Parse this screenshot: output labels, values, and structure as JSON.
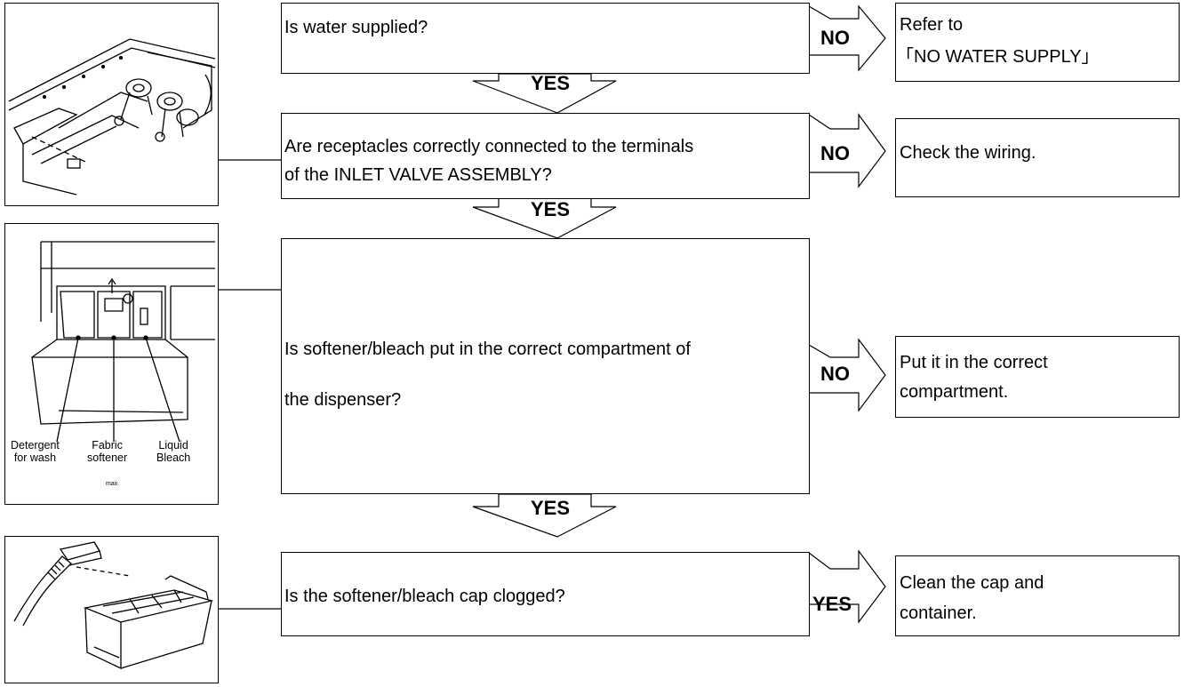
{
  "questions": [
    {
      "lines": [
        "Is water supplied?"
      ],
      "answer": "NO",
      "next": "YES"
    },
    {
      "lines": [
        "Are receptacles correctly connected to the terminals",
        "of the INLET VALVE ASSEMBLY?"
      ],
      "answer": "NO",
      "next": "YES"
    },
    {
      "lines": [
        "Is softener/bleach put in the correct compartment of",
        "the dispenser?"
      ],
      "answer": "NO",
      "next": "YES"
    },
    {
      "lines": [
        "Is the softener/bleach cap clogged?"
      ],
      "answer": "YES"
    }
  ],
  "results": [
    {
      "lines": [
        "Refer to",
        "「NO WATER SUPPLY」"
      ]
    },
    {
      "lines": [
        "Check the wiring."
      ]
    },
    {
      "lines": [
        "Put it in the correct",
        "compartment."
      ]
    },
    {
      "lines": [
        "Clean the cap and",
        "container."
      ]
    }
  ],
  "illustrations": [
    {
      "icon": "inlet-valve-illustration"
    },
    {
      "icon": "dispenser-illustration",
      "labels": [
        [
          "Detergent",
          "for wash"
        ],
        [
          "Fabric",
          "softener"
        ],
        [
          "Liquid",
          "Bleach"
        ]
      ],
      "marking": "max"
    },
    {
      "icon": "brush-and-drawer-illustration"
    }
  ]
}
